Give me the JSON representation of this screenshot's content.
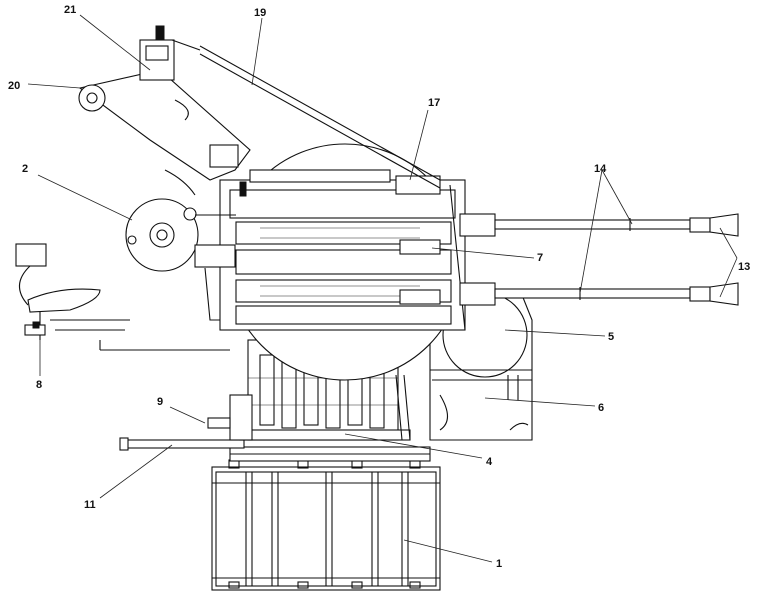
{
  "callouts": {
    "c1": "1",
    "c2": "2",
    "c4": "4",
    "c5": "5",
    "c6": "6",
    "c7": "7",
    "c8": "8",
    "c9": "9",
    "c11": "11",
    "c13": "13",
    "c14": "14",
    "c17": "17",
    "c19": "19",
    "c20": "20",
    "c21": "21"
  }
}
